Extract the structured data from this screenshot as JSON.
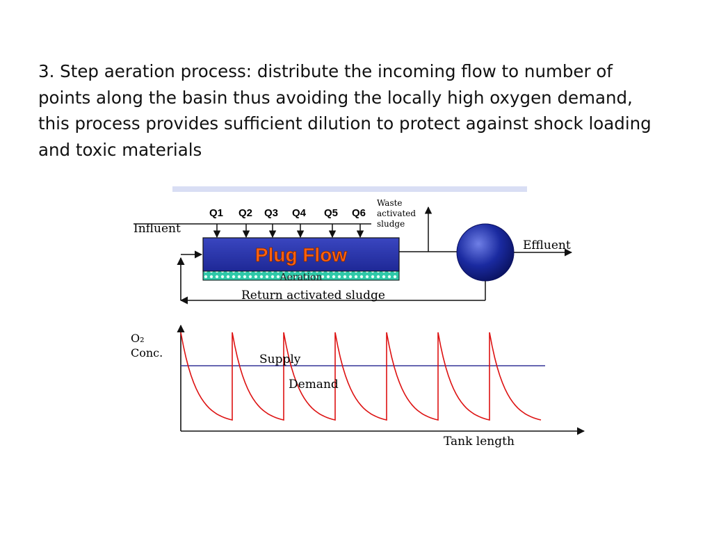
{
  "slide": {
    "text": "3. Step aeration process: distribute the incoming flow to number of points along the basin thus avoiding the locally high oxygen demand, this process provides sufficient dilution to protect against shock loading and toxic materials"
  },
  "flow_diagram": {
    "step_labels": [
      "Q1",
      "Q2",
      "Q3",
      "Q4",
      "Q5",
      "Q6"
    ],
    "influent": "Influent",
    "waste_line1": "Waste",
    "waste_line2": "activated",
    "waste_line3": "sludge",
    "tank_title": "Plug Flow",
    "aeration": "Aeration",
    "effluent": "Effluent",
    "return_sludge": "Return activated sludge"
  },
  "oxygen_graph": {
    "ylabel_line1": "O₂",
    "ylabel_line2": "Conc.",
    "xlabel": "Tank length",
    "supply_label": "Supply",
    "demand_label": "Demand"
  },
  "colors": {
    "tank": "#2430a8",
    "tank_text": "#ff6010",
    "clarifier": "#0a1a80",
    "aeration": "#2ec8a8",
    "supply_line": "#333399",
    "demand_curve": "#dd1111",
    "lines": "#111111"
  }
}
